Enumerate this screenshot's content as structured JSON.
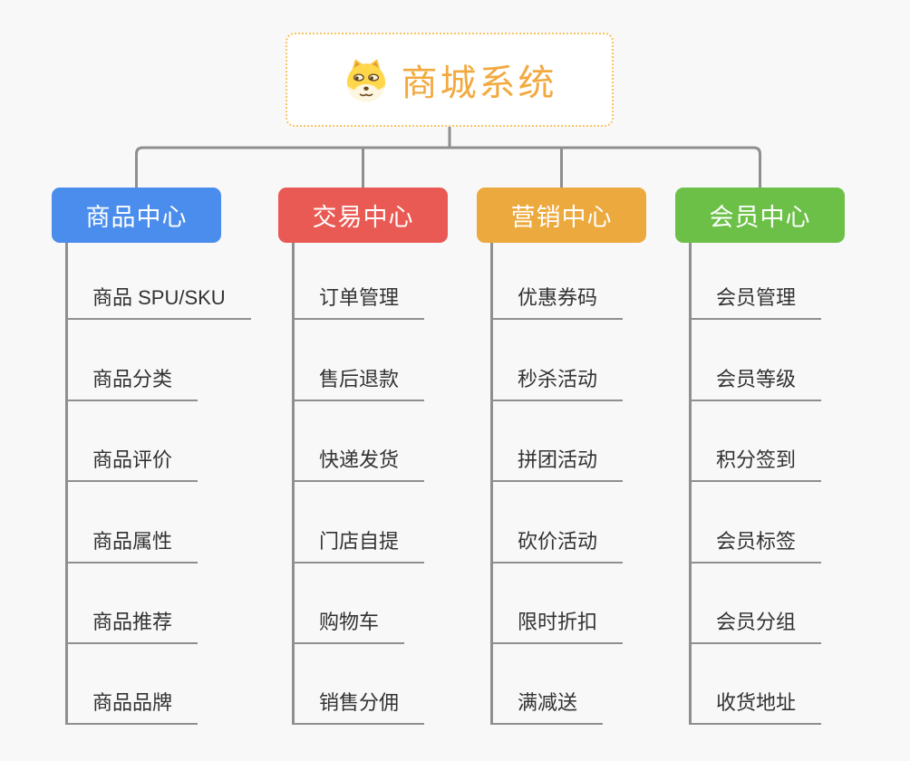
{
  "root": {
    "title": "商城系统",
    "icon": "doge-icon"
  },
  "colors": {
    "background": "#f8f8f8",
    "connector": "#8f8f8f",
    "root_text": "#f2a93e",
    "root_border": "#f8c263",
    "leaf_text": "#323232"
  },
  "branches": [
    {
      "label": "商品中心",
      "color": "#4a8ded",
      "items": [
        "商品 SPU/SKU",
        "商品分类",
        "商品评价",
        "商品属性",
        "商品推荐",
        "商品品牌"
      ]
    },
    {
      "label": "交易中心",
      "color": "#e95a54",
      "items": [
        "订单管理",
        "售后退款",
        "快递发货",
        "门店自提",
        "购物车",
        "销售分佣"
      ]
    },
    {
      "label": "营销中心",
      "color": "#eca93e",
      "items": [
        "优惠券码",
        "秒杀活动",
        "拼团活动",
        "砍价活动",
        "限时折扣",
        "满减送"
      ]
    },
    {
      "label": "会员中心",
      "color": "#6cc047",
      "items": [
        "会员管理",
        "会员等级",
        "积分签到",
        "会员标签",
        "会员分组",
        "收货地址"
      ]
    }
  ]
}
